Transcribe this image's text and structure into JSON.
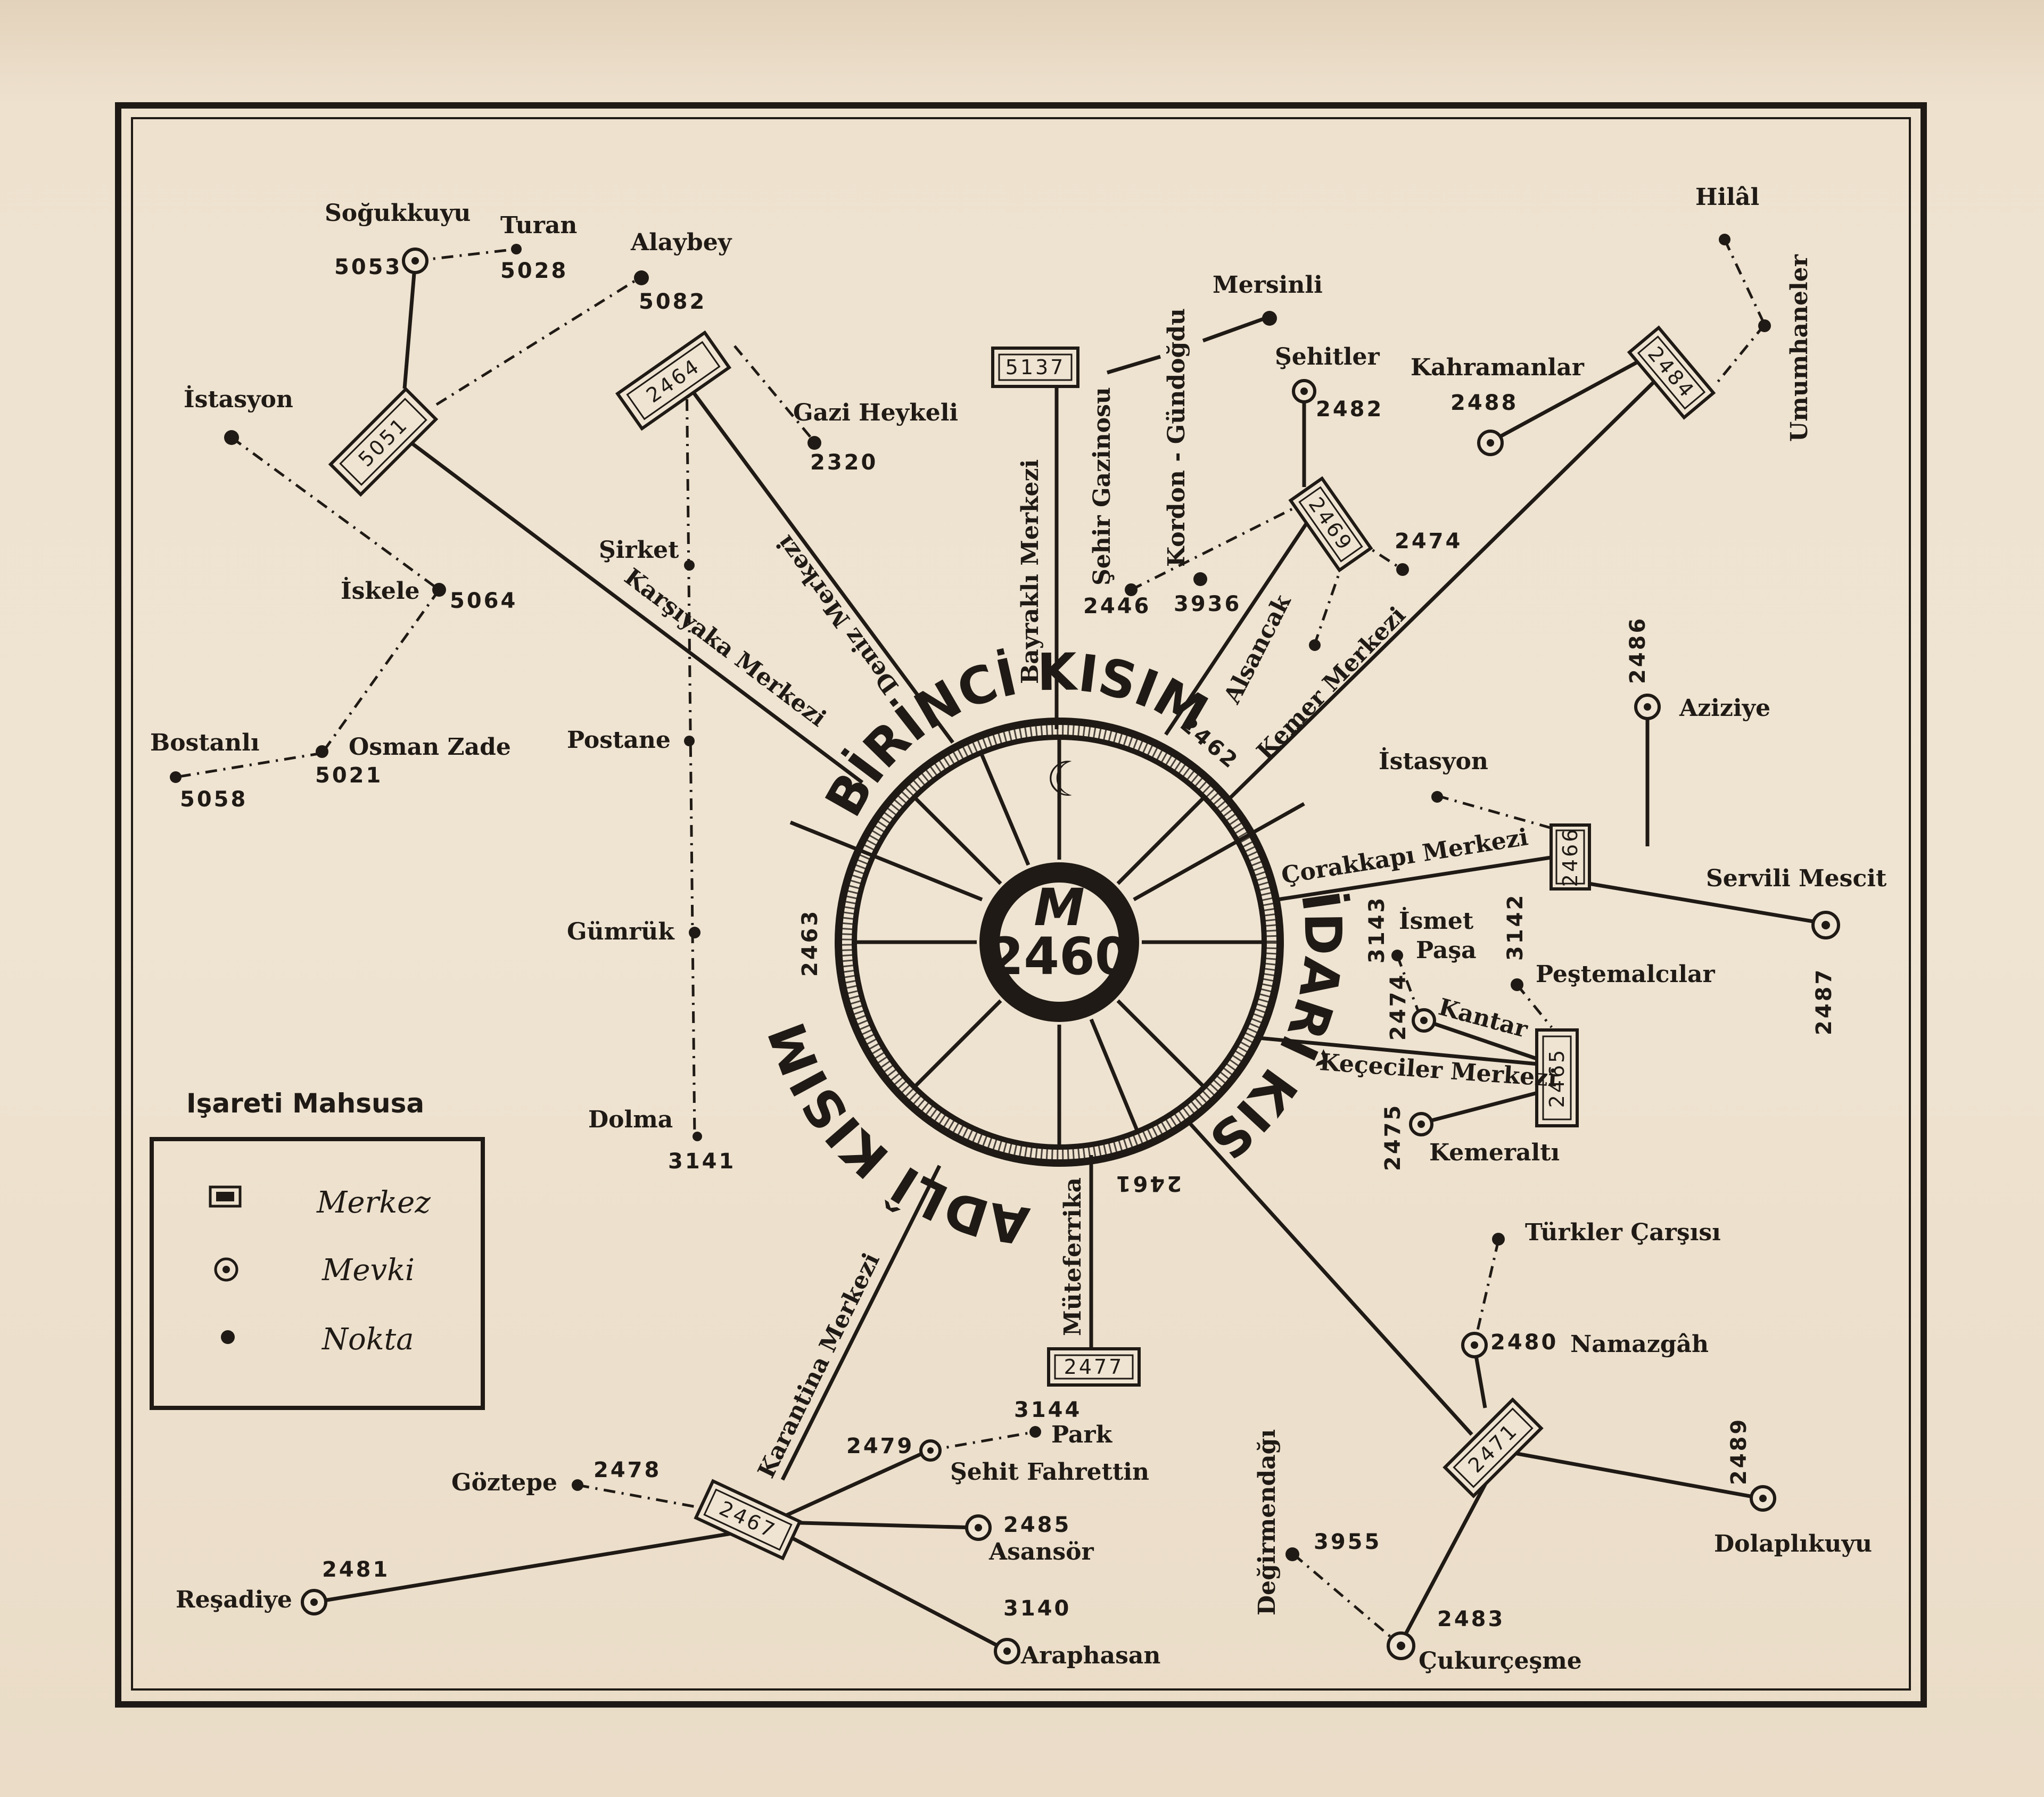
{
  "center": {
    "symbol": "M",
    "number": "2460"
  },
  "sections": {
    "first": "BİRİNCİ KISIM",
    "admin": "İDARÎ KISIM",
    "judicial": "ADLÎ KISIM"
  },
  "spoke_numbers": {
    "n2462": "2462",
    "n2463": "2463",
    "n2461": "2461"
  },
  "routes": {
    "karsiyaka": "Karşıyaka Merkezi",
    "deniz": "Deniz Merkezi",
    "bayrakli": "Bayraklı Merkezi",
    "sehir_gazinosu": "Şehir Gazinosu",
    "kordon": "Kordon - Gündoğdu",
    "alsancak": "Alsancak",
    "kemer": "Kemer Merkezi",
    "corakkapi": "Çorakkapı Merkezi",
    "kececiler": "Keçeciler Merkezi",
    "muteferrika": "Müteferrika",
    "karantina": "Karantina Merkezi"
  },
  "centers": {
    "c5051": "5051",
    "c2464": "2464",
    "c5137": "5137",
    "c2469": "2469",
    "c2484": "2484",
    "c2466": "2466",
    "c2465": "2465",
    "c2477": "2477",
    "c2471": "2471",
    "c2467": "2467"
  },
  "places": {
    "sogukkuyu": "Soğukkuyu",
    "turan": "Turan",
    "alaybey": "Alaybey",
    "istasyon_w": "İstasyon",
    "iskele": "İskele",
    "bostanli": "Bostanlı",
    "osman_zade": "Osman Zade",
    "sirket": "Şirket",
    "postane": "Postane",
    "gumruk": "Gümrük",
    "dolma": "Dolma",
    "gazi_heykeli": "Gazi Heykeli",
    "mersinli": "Mersinli",
    "sehitler": "Şehitler",
    "kahramanlar": "Kahramanlar",
    "hilal": "Hilâl",
    "umumhaneler": "Umumhaneler",
    "aziziye": "Aziziye",
    "istasyon_e": "İstasyon",
    "servili_mescit": "Servili Mescit",
    "ismet_pasa_1": "İsmet",
    "ismet_pasa_2": "Paşa",
    "pestemalcilar": "Peştemalcılar",
    "kantar": "Kantar",
    "kemeralti": "Kemeraltı",
    "turkler_carsisi": "Türkler Çarşısı",
    "namazgah": "Namazgâh",
    "dolaplikuyu": "Dolaplıkuyu",
    "degirmendagi": "Değirmendağı",
    "cukurcesme": "Çukurçeşme",
    "goztepe": "Göztepe",
    "resadiye": "Reşadiye",
    "park": "Park",
    "sehit_fahrettin": "Şehit Fahrettin",
    "asansor": "Asansör",
    "araphasan": "Araphasan"
  },
  "numbers": {
    "n5053": "5053",
    "n5028": "5028",
    "n5082": "5082",
    "n5064": "5064",
    "n5058": "5058",
    "n5021": "5021",
    "n3141": "3141",
    "n2320": "2320",
    "n2446": "2446",
    "n3936": "3936",
    "n2482": "2482",
    "n2474a": "2474",
    "n2488": "2488",
    "n2486": "2486",
    "n2487": "2487",
    "n3143": "3143",
    "n3142": "3142",
    "n2474b": "2474",
    "n2475": "2475",
    "n2480": "2480",
    "n2489": "2489",
    "n3955": "3955",
    "n2483": "2483",
    "n2478": "2478",
    "n2481": "2481",
    "n2479": "2479",
    "n3144": "3144",
    "n2485": "2485",
    "n3140": "3140"
  },
  "legend": {
    "title": "Işareti Mahsusa",
    "merkez": "Merkez",
    "mevki": "Mevki",
    "nokta": "Nokta"
  },
  "colors": {
    "paper": "#eee1cc",
    "ink": "#1f1a15"
  }
}
